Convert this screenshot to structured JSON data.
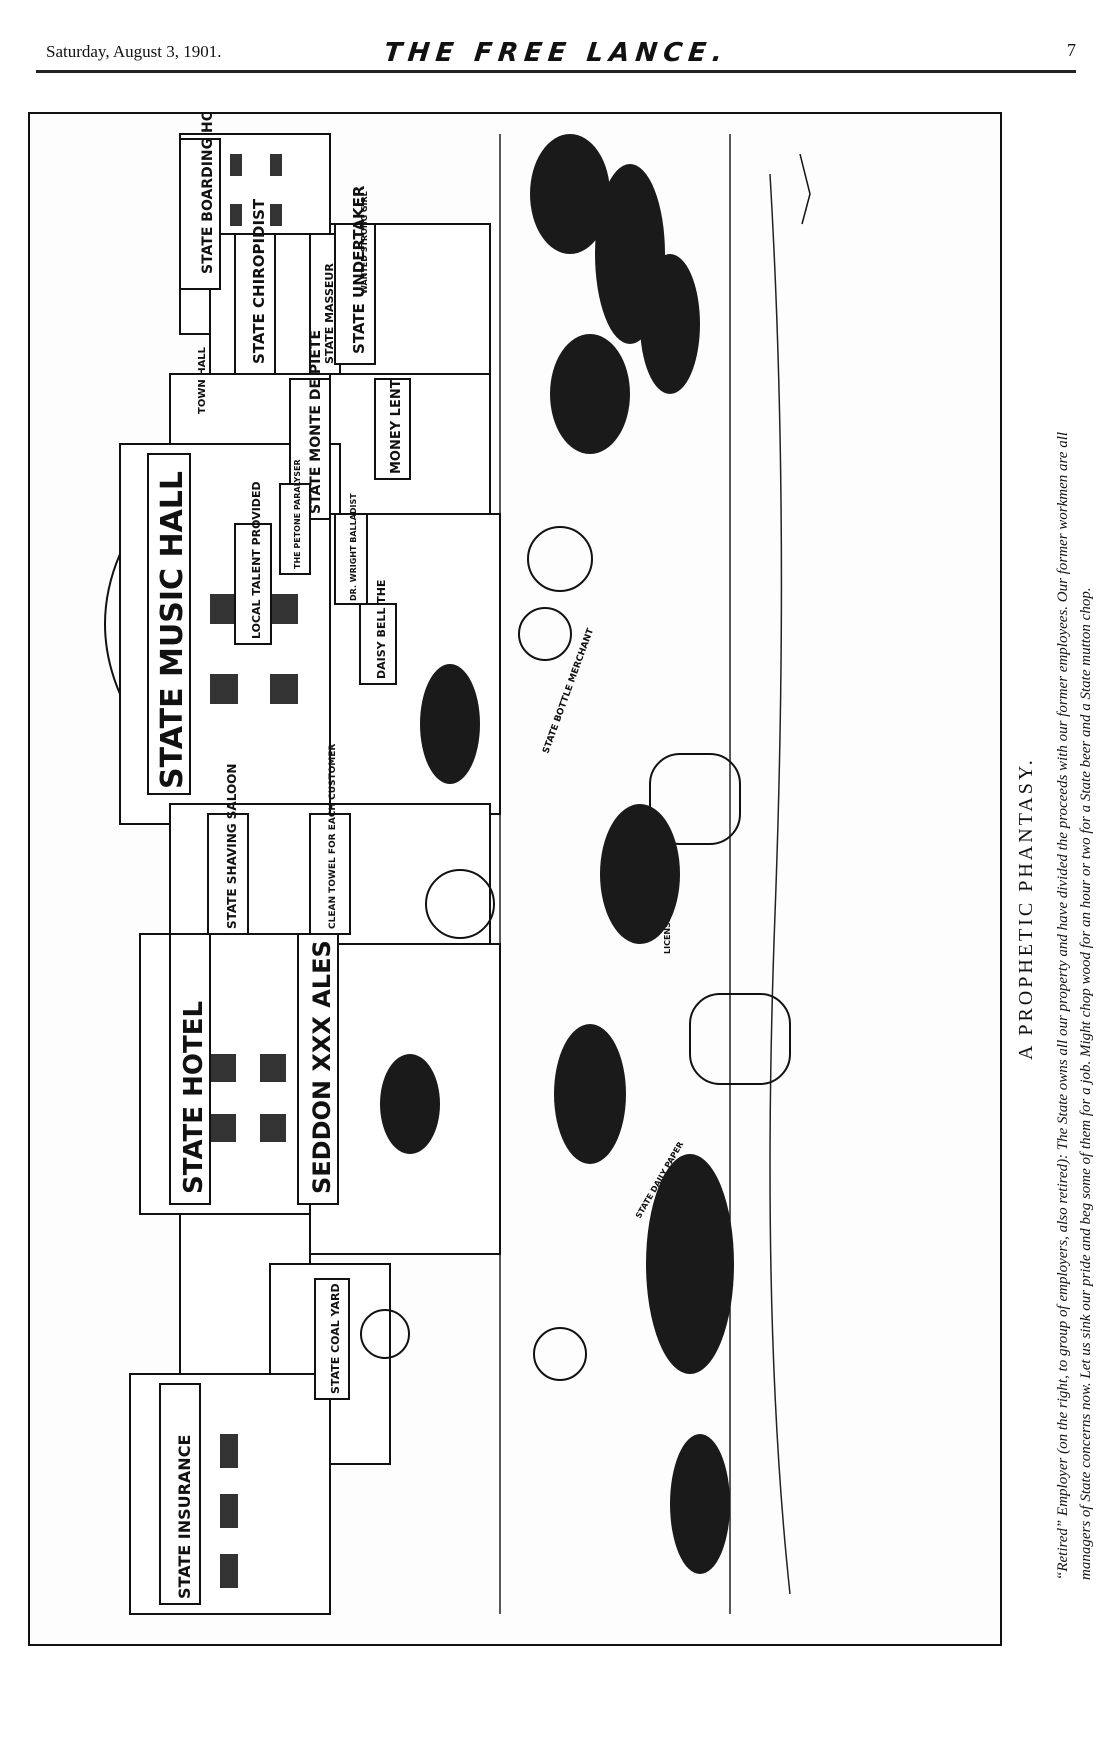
{
  "header": {
    "date": "Saturday, August 3, 1901.",
    "title": "THE FREE LANCE.",
    "page": "7"
  },
  "cartoon": {
    "signs": [
      {
        "id": "boarding",
        "text": "STATE BOARDING HOUSE"
      },
      {
        "id": "chiropodist",
        "text": "STATE CHIROPIDIST"
      },
      {
        "id": "masseur",
        "text": "STATE MASSEUR"
      },
      {
        "id": "undertaker",
        "text": "STATE UNDERTAKER"
      },
      {
        "id": "townhall",
        "text": "TOWN HALL"
      },
      {
        "id": "monte",
        "text": "STATE MONTE DE PIETE"
      },
      {
        "id": "money",
        "text": "MONEY LENT"
      },
      {
        "id": "musichall",
        "text": "STATE MUSIC HALL"
      },
      {
        "id": "talent",
        "text": "LOCAL TALENT PROVIDED"
      },
      {
        "id": "petone",
        "text": "THE PETONE PARALYSER"
      },
      {
        "id": "wright",
        "text": "DR. WRIGHT BALLADIST"
      },
      {
        "id": "daisy",
        "text": "DAISY BELL THE"
      },
      {
        "id": "shaving",
        "text": "STATE SHAVING SALOON"
      },
      {
        "id": "towel",
        "text": "CLEAN TOWEL FOR EACH CUSTOMER"
      },
      {
        "id": "hotel",
        "text": "STATE HOTEL"
      },
      {
        "id": "ales",
        "text": "SEDDON XXX ALES"
      },
      {
        "id": "coalyard",
        "text": "STATE COAL YARD"
      },
      {
        "id": "insurance",
        "text": "STATE INSURANCE"
      },
      {
        "id": "bottle",
        "text": "STATE BOTTLE MERCHANT"
      },
      {
        "id": "licensed",
        "text": "LICENSED STATE GROCER"
      },
      {
        "id": "dailypaper",
        "text": "STATE DAILY PAPER"
      },
      {
        "id": "wanted",
        "text": "WANTED STRONG GIRL"
      }
    ]
  },
  "caption": {
    "title": "A PROPHETIC PHANTASY.",
    "line1": "“Retired” Employer (on the right, to group of employers, also retired): The State owns all our property and have divided the proceeds with our former employees.  Our former workmen are all",
    "line2": "managers of State concerns now.  Let us sink our pride and beg some of them for a job.  Might chop wood for an hour or two for a State beer and a State mutton chop."
  }
}
